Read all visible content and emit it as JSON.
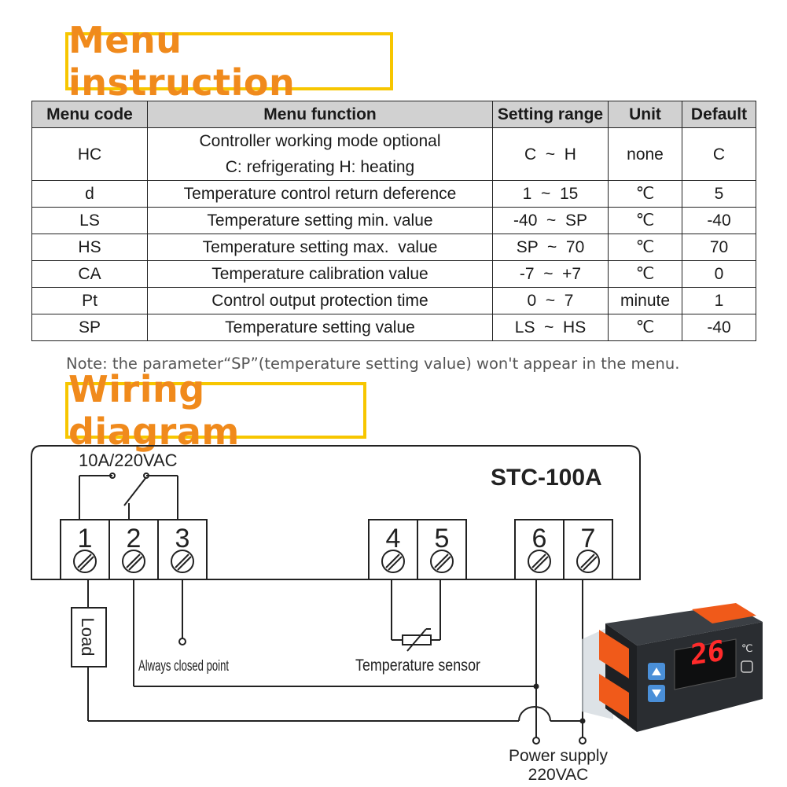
{
  "headers": {
    "menu_instruction": "Menu instruction",
    "wiring_diagram": "Wiring diagram"
  },
  "table": {
    "columns": [
      "Menu code",
      "Menu function",
      "Setting range",
      "Unit",
      "Default"
    ],
    "rows": [
      {
        "code": "HC",
        "function_line1": "Controller working mode optional",
        "function_line2": "C: refrigerating  H: heating",
        "range": "C  ~  H",
        "unit": "none",
        "default": "C"
      },
      {
        "code": "d",
        "function": "Temperature control return deference",
        "range": "1  ~  15",
        "unit": "℃",
        "default": "5"
      },
      {
        "code": "LS",
        "function": "Temperature setting min. value",
        "range": "-40  ~  SP",
        "unit": "℃",
        "default": "-40"
      },
      {
        "code": "HS",
        "function": "Temperature setting max.  value",
        "range": "SP  ~  70",
        "unit": "℃",
        "default": "70"
      },
      {
        "code": "CA",
        "function": "Temperature calibration value",
        "range": "-7  ~  +7",
        "unit": "℃",
        "default": "0"
      },
      {
        "code": "Pt",
        "function": "Control output protection time",
        "range": "0  ~  7",
        "unit": "minute",
        "default": "1"
      },
      {
        "code": "SP",
        "function": "Temperature setting value",
        "range": "LS  ~  HS",
        "unit": "℃",
        "default": "-40"
      }
    ]
  },
  "note": "Note: the parameter“SP”(temperature setting value) won't appear in the menu.",
  "wiring": {
    "relay_rating": "10A/220VAC",
    "model": "STC-100A",
    "terminals": [
      "1",
      "2",
      "3",
      "4",
      "5",
      "6",
      "7"
    ],
    "load_label": "Load",
    "always_closed_label": "Always closed point",
    "sensor_label": "Temperature sensor",
    "power_supply_label": "Power supply",
    "power_voltage_label": "220VAC"
  },
  "device": {
    "display_value": "26",
    "unit_symbol": "℃"
  },
  "colors": {
    "header_border": "#f7c600",
    "header_text": "#f08a1c",
    "table_header_bg": "#d1d1d1",
    "device_orange": "#f05a1a",
    "display_red": "#ff2a2a"
  }
}
